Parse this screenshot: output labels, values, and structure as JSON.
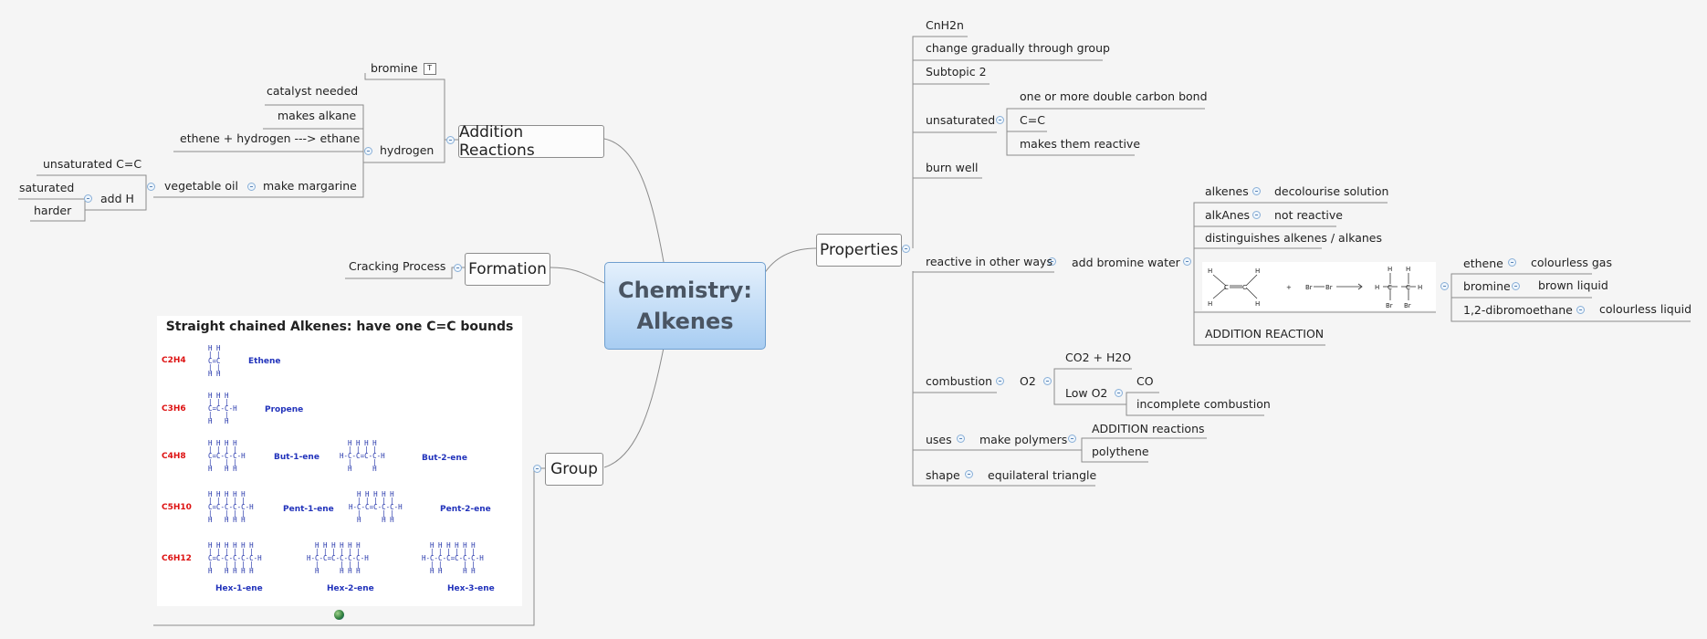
{
  "central": {
    "line1": "Chemistry:",
    "line2": "Alkenes"
  },
  "branches": {
    "addition": "Addition Reactions",
    "formation": "Formation",
    "group": "Group",
    "properties": "Properties"
  },
  "addition": {
    "bromine": "bromine",
    "catalyst": "catalyst needed",
    "makes_alkane": "makes alkane",
    "ethene_hydrogen": "ethene + hydrogen ---> ethane",
    "hydrogen": "hydrogen",
    "unsaturated_cc": "unsaturated C=C",
    "vegetable_oil": "vegetable oil",
    "make_margarine": "make margarine",
    "saturated": "saturated",
    "add_h": "add H",
    "harder": "harder"
  },
  "formation": {
    "cracking": "Cracking Process"
  },
  "group_image": {
    "title": "Straight chained Alkenes: have one C=C bounds",
    "formulas": [
      "C2H4",
      "C3H6",
      "C4H8",
      "C5H10",
      "C6H12"
    ],
    "names": [
      "Ethene",
      "Propene",
      "But-1-ene",
      "But-2-ene",
      "Pent-1-ene",
      "Pent-2-ene",
      "Hex-1-ene",
      "Hex-2-ene",
      "Hex-3-ene"
    ]
  },
  "properties": {
    "cnh2n": "CnH2n",
    "change": "change gradually through group",
    "subtopic2": "Subtopic 2",
    "unsaturated": "unsaturated",
    "double_bond": "one or more double carbon bond",
    "cc": "C=C",
    "reactive": "makes them reactive",
    "burn_well": "burn well",
    "reactive_other": "reactive in other ways",
    "add_bromine": "add bromine water",
    "alkenes": "alkenes",
    "decolourise": "decolourise solution",
    "alkanes": "alkAnes",
    "not_reactive": "not reactive",
    "distinguishes": "distinguishes alkenes / alkanes",
    "ethene": "ethene",
    "colourless_gas": "colourless gas",
    "bromine": "bromine",
    "brown_liquid": "brown liquid",
    "dibromoethane": "1,2-dibromoethane",
    "colourless_liquid": "colourless liquid",
    "addition_reaction": "ADDITION REACTION",
    "combustion": "combustion",
    "o2": "O2",
    "co2_h2o": "CO2 + H2O",
    "low_o2": "Low O2",
    "co": "CO",
    "incomplete": "incomplete combustion",
    "uses": "uses",
    "make_polymers": "make polymers",
    "addition_reactions": "ADDITION reactions",
    "polythene": "polythene",
    "shape": "shape",
    "equilateral": "equilateral triangle"
  },
  "colors": {
    "central_top": "#e4f0fc",
    "central_bottom": "#a8cdf2",
    "line": "#8c8c8c",
    "formula_red": "#d11",
    "structure_blue": "#2233aa"
  }
}
